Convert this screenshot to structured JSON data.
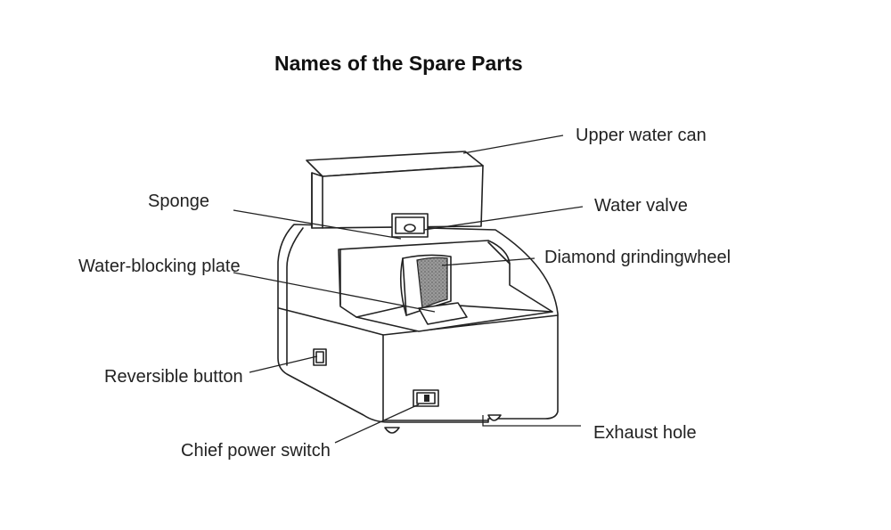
{
  "title": "Names of the Spare Parts",
  "labels": {
    "upper_water_can": "Upper water can",
    "sponge": "Sponge",
    "water_valve": "Water valve",
    "water_blocking_plate": "Water-blocking plate",
    "diamond_grinding_wheel": "Diamond grindingwheel",
    "reversible_button": "Reversible button",
    "exhaust_hole": "Exhaust hole",
    "chief_power_switch": "Chief power switch"
  }
}
